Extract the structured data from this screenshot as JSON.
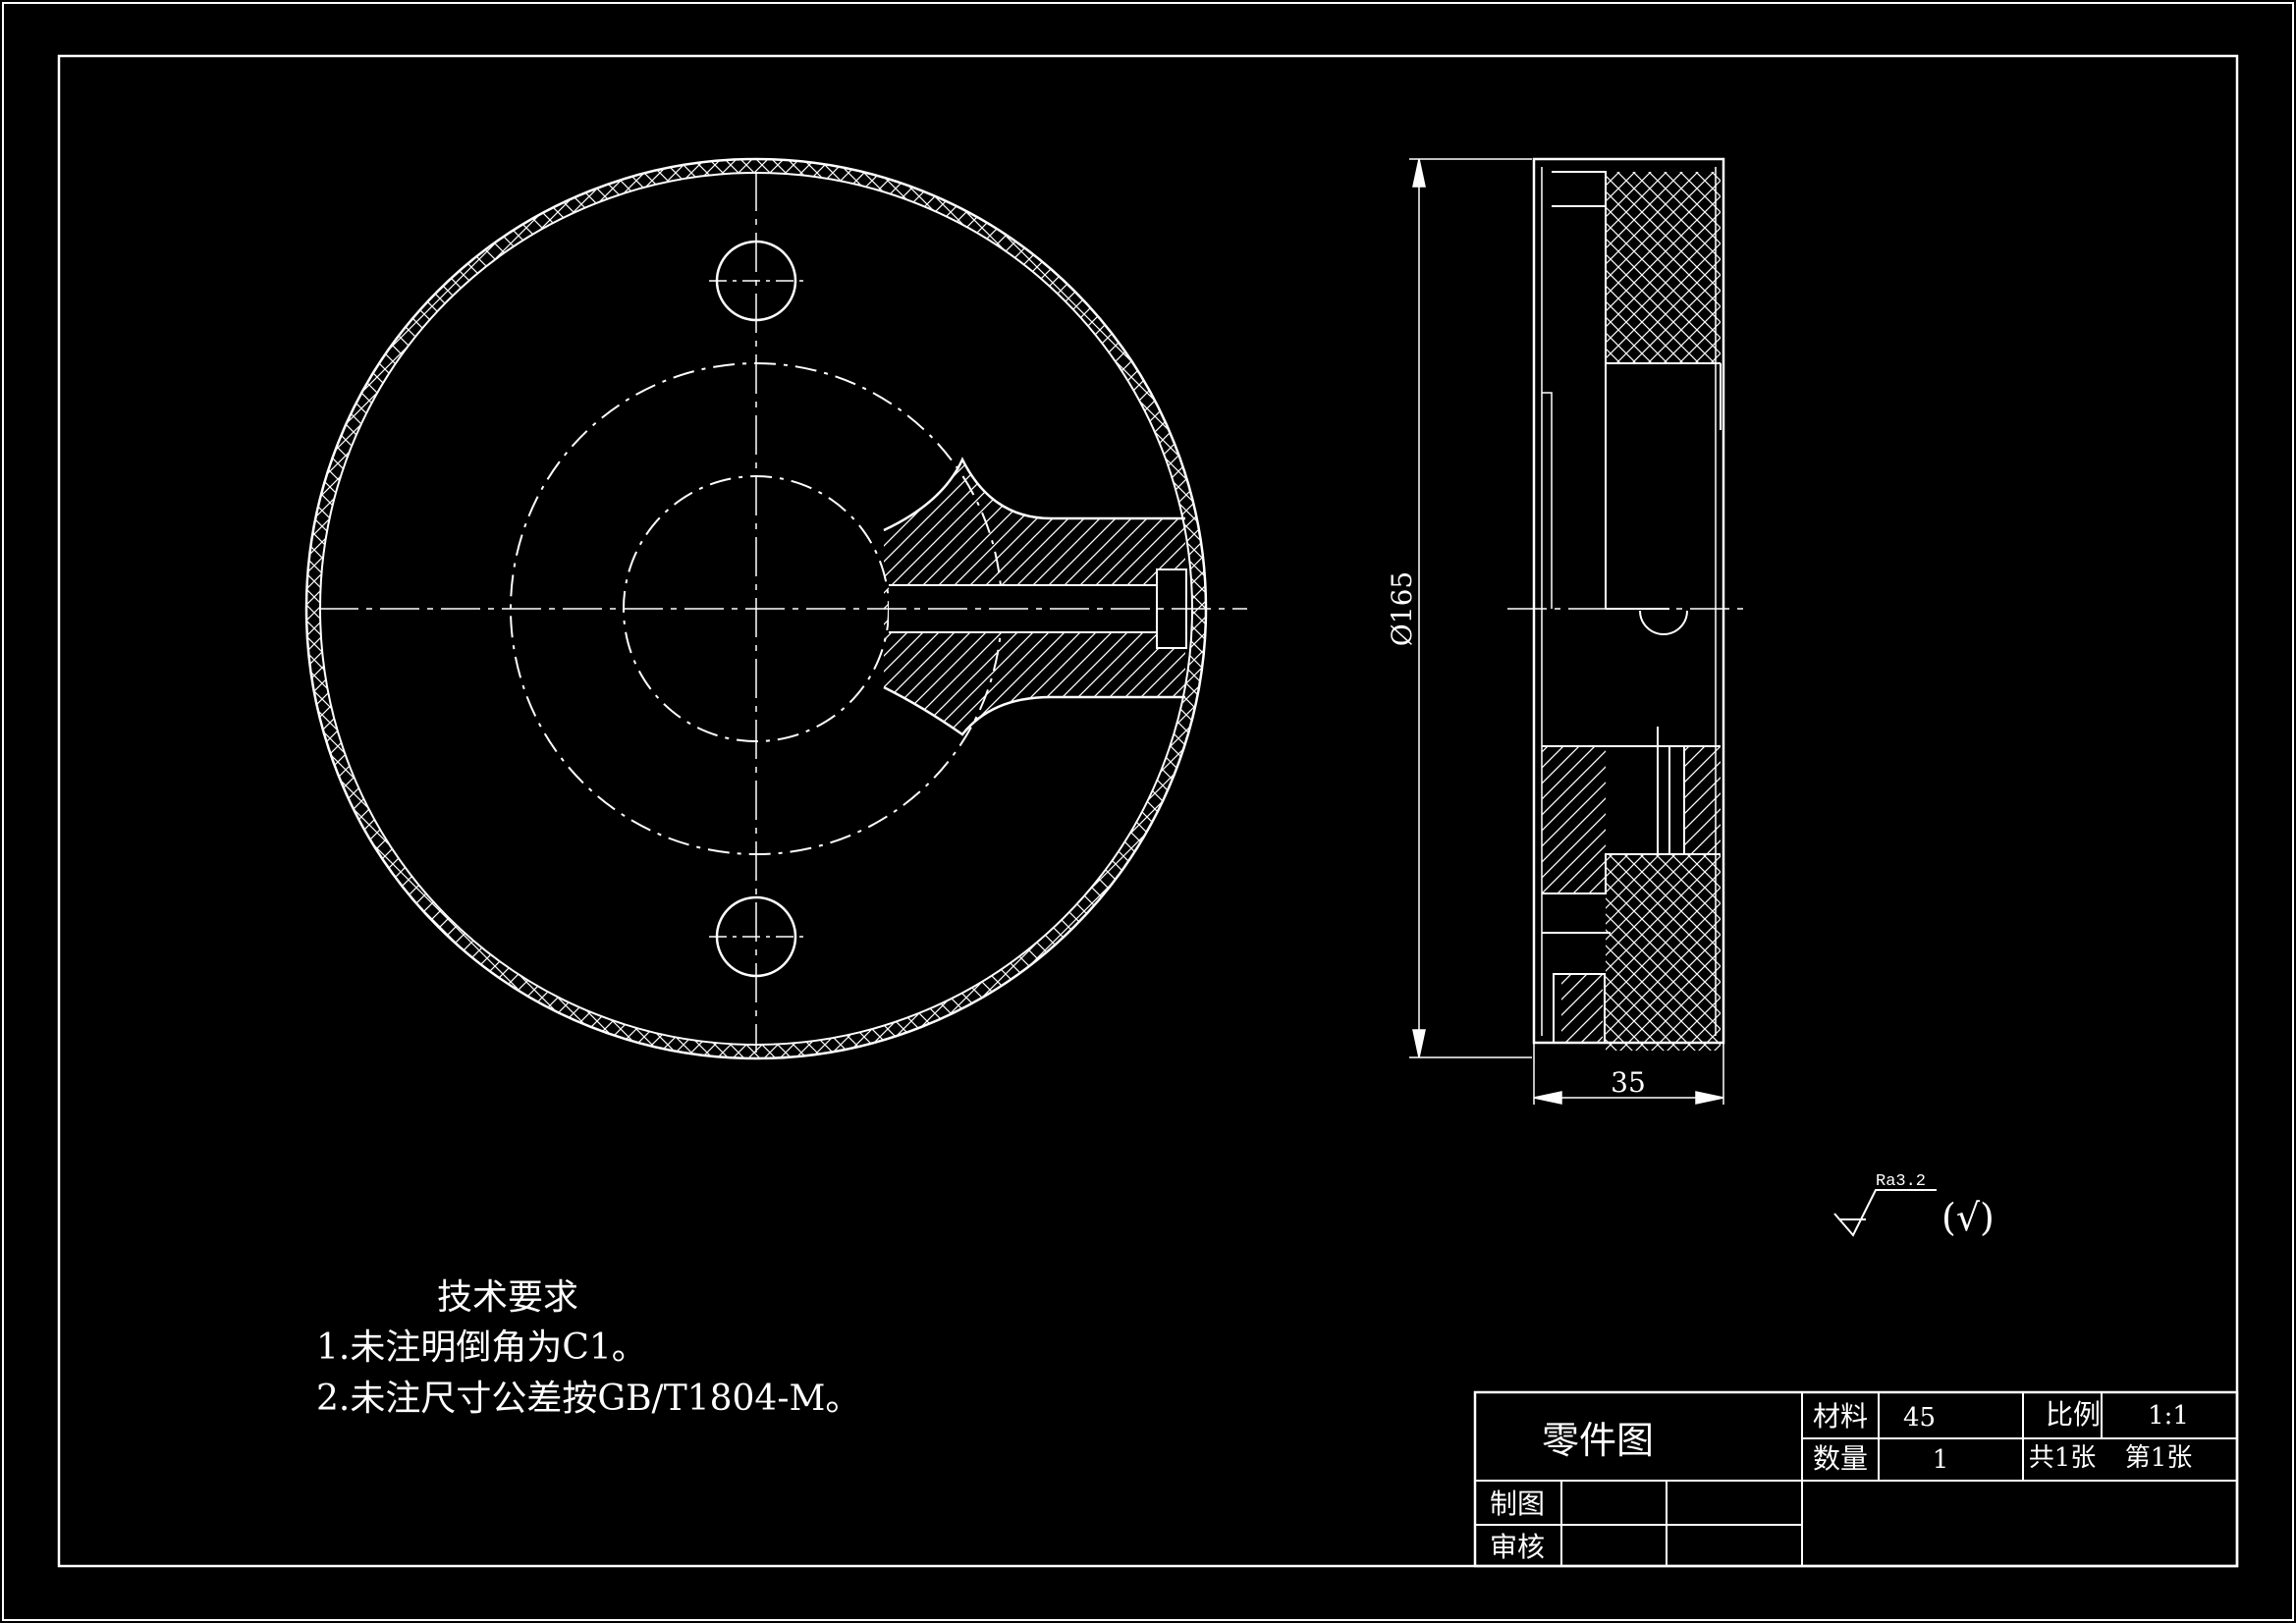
{
  "colors": {
    "background": "#000000",
    "line": "#ffffff"
  },
  "dimensions": {
    "diameter": "Ø165",
    "width": "35"
  },
  "surface_finish": {
    "roughness": "Ra3.2",
    "note": "(√)"
  },
  "tech_requirements": {
    "title": "技术要求",
    "items": [
      "1.未注明倒角为C1。",
      "2.未注尺寸公差按GB/T1804-M。"
    ]
  },
  "title_block": {
    "part_name": "零件图",
    "material_label": "材料",
    "material_value": "45",
    "scale_label": "比例",
    "scale_value": "1:1",
    "quantity_label": "数量",
    "quantity_value": "1",
    "sheets_total": "共1张",
    "sheet_number": "第1张",
    "drawn_label": "制图",
    "checked_label": "审核"
  }
}
